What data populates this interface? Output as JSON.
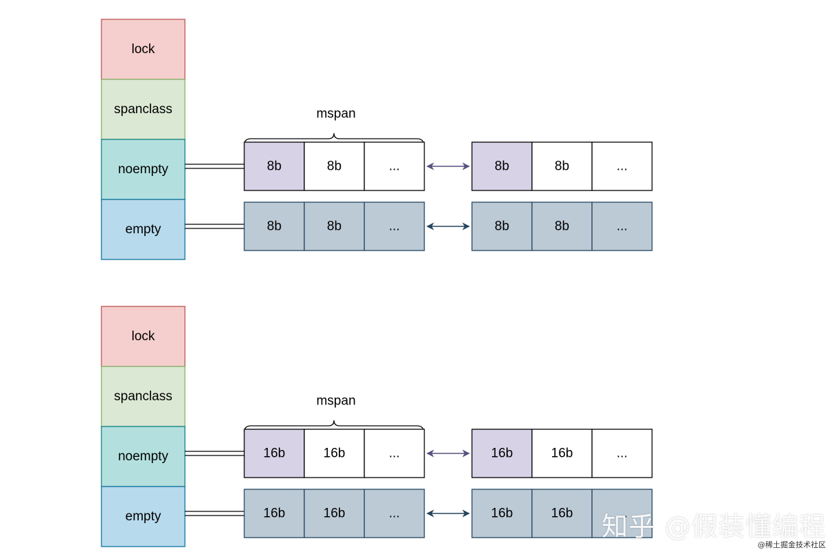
{
  "colors": {
    "lock_fill": "#f5cfcd",
    "lock_stroke": "#b85450",
    "spanclass_fill": "#dbe8d4",
    "spanclass_stroke": "#82b366",
    "noempty_fill": "#b3e0de",
    "noempty_stroke": "#0e8088",
    "empty_fill": "#b7daec",
    "empty_stroke": "#10739e",
    "purple_cell": "#d8d2e7",
    "gray_cell": "#bccad6",
    "cell_stroke": "#23445d",
    "arrow_purple": "#56517e",
    "arrow_dark": "#23445d"
  },
  "groups": [
    {
      "fields": [
        "lock",
        "spanclass",
        "noempty",
        "empty"
      ],
      "brace_label": "mspan",
      "noempty_row": {
        "left": [
          "8b",
          "8b",
          "..."
        ],
        "right": [
          "8b",
          "8b",
          "..."
        ]
      },
      "empty_row": {
        "left": [
          "8b",
          "8b",
          "..."
        ],
        "right": [
          "8b",
          "8b",
          "..."
        ]
      }
    },
    {
      "fields": [
        "lock",
        "spanclass",
        "noempty",
        "empty"
      ],
      "brace_label": "mspan",
      "noempty_row": {
        "left": [
          "16b",
          "16b",
          "..."
        ],
        "right": [
          "16b",
          "16b",
          "..."
        ]
      },
      "empty_row": {
        "left": [
          "16b",
          "16b",
          "..."
        ],
        "right": [
          "16b",
          "16b",
          "..."
        ]
      }
    }
  ],
  "watermark": "知乎 @假装懂编程",
  "sub_watermark": "@稀土掘金技术社区"
}
